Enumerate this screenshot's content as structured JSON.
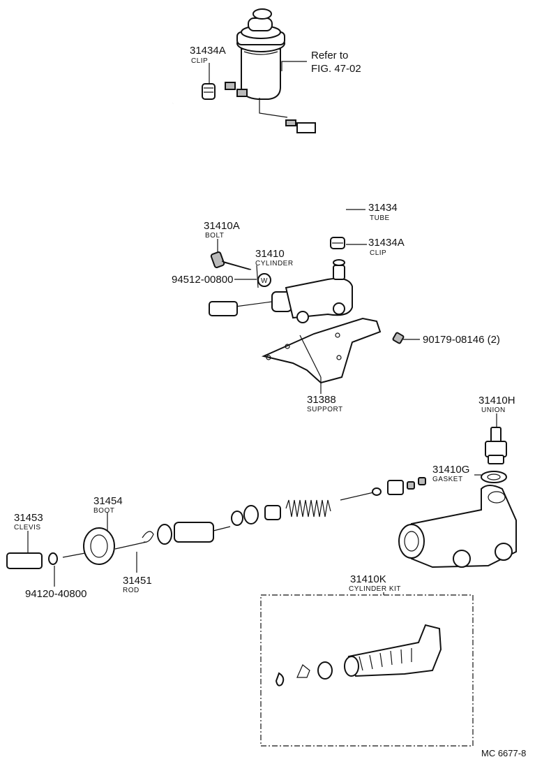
{
  "labels": {
    "reservoir_ref": {
      "line1": "Refer to",
      "line2": "FIG. 47-02"
    },
    "clip_upper": {
      "number": "31434A",
      "name": "CLIP"
    },
    "tube": {
      "number": "31434",
      "name": "TUBE"
    },
    "clip_lower": {
      "number": "31434A",
      "name": "CLIP"
    },
    "bolt": {
      "number": "31410A",
      "name": "BOLT"
    },
    "cylinder": {
      "number": "31410",
      "name": "CYLINDER"
    },
    "washer": {
      "number": "94512-00800",
      "mark": "W"
    },
    "nut": {
      "number": "90179-08146 (2)"
    },
    "support": {
      "number": "31388",
      "name": "SUPPORT"
    },
    "union": {
      "number": "31410H",
      "name": "UNION"
    },
    "gasket": {
      "number": "31410G",
      "name": "GASKET"
    },
    "boot": {
      "number": "31454",
      "name": "BOOT"
    },
    "clevis": {
      "number": "31453",
      "name": "CLEVIS"
    },
    "rod": {
      "number": "31451",
      "name": "ROD"
    },
    "clevis_nut": {
      "number": "94120-40800"
    },
    "cylinder_kit": {
      "number": "31410K",
      "name": "CYLINDER KIT"
    }
  },
  "footer": {
    "code": "MC  6677-8"
  }
}
